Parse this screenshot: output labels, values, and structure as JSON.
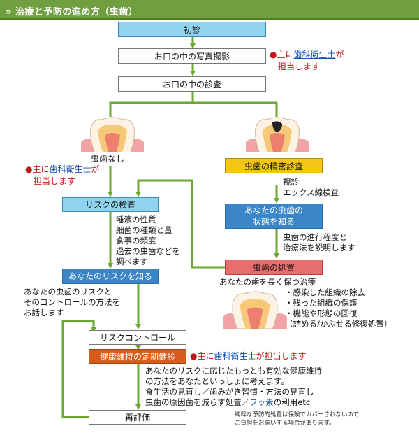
{
  "header": {
    "title": "» 治療と予防の進め方（虫歯）"
  },
  "boxes": {
    "shoshin": "初診",
    "photo": "お口の中の写真撮影",
    "exam": "お口の中の診査",
    "no_caries": "虫歯なし",
    "risk_exam": "リスクの検査",
    "know_risk": "あなたのリスクを知る",
    "risk_control": "リスクコントロール",
    "maintenance": "健康維持の定期健診",
    "reeval": "再評価",
    "precise_exam": "虫歯の精密診査",
    "know_state": "あなたの虫歯の\n状態を知る",
    "treatment": "虫歯の処置"
  },
  "notes": {
    "photo_pre": "●主に",
    "photo_link": "歯科衛生士",
    "photo_post": "が",
    "photo_line2": "担当します",
    "left_pre": "●主に",
    "left_link": "歯科衛生士",
    "left_post": "が",
    "left_line2": "担当します",
    "maint_pre": "●主に",
    "maint_link": "歯科衛生士",
    "maint_post": "が担当します"
  },
  "texts": {
    "risk_items": "唾液の性質\n細菌の種類と量\n食事の頻度\n過去の虫歯などを\n調べます",
    "risk_explain": "あなたの虫歯のリスクと\nそのコントロールの方法を\nお話します",
    "maint_desc_1": "あなたのリスクに応じたもっとも有効な健康維持\nの方法をあなたといっしょに考えます。\n食生活の見直し／歯みがき習慣・方法の見直し\n虫歯の原因菌を減らす処置／",
    "maint_link": "フッ素",
    "maint_desc_2": "の利用etc",
    "exam_items": "視診\nエックス線検査",
    "state_explain": "虫歯の進行程度と\n治療法を説明します",
    "treatment_title": "あなたの歯を長く保つ治療",
    "treatment_items": "・感染した組織の除去\n・残った組織の保護\n・機能や形態の回復\n（詰める/かぶせる修復処置）",
    "insurance_note": "純粋な予防的処置は保険でカバーされないので\nご負担をお願いする場合があります。"
  },
  "colors": {
    "header": "#6f9f3f",
    "arrow": "#6aa832",
    "cyan": "#8fd3ef",
    "blue": "#3a86c8",
    "yellow": "#f3c615",
    "red": "#e86e6e",
    "orange": "#d75c1c",
    "note_red": "#c01818",
    "link_blue": "#1450b4"
  }
}
